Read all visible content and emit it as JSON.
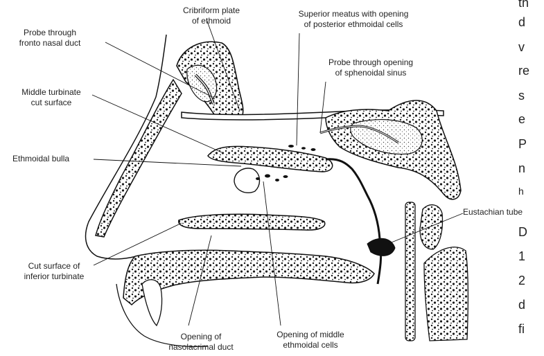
{
  "diagram": {
    "labels": {
      "cribriform": [
        "Cribriform plate",
        "of ethmoid"
      ],
      "superior_meatus": [
        "Superior meatus with opening",
        "of posterior ethmoidal cells"
      ],
      "probe_fronto": [
        "Probe through",
        "fronto nasal duct"
      ],
      "probe_sphenoidal": [
        "Probe through opening",
        "of sphenoidal sinus"
      ],
      "middle_turbinate": [
        "Middle turbinate",
        "cut surface"
      ],
      "ethmoidal_bulla": "Ethmoidal bulla",
      "eustachian": "Eustachian tube",
      "inferior_turbinate": [
        "Cut surface of",
        "inferior turbinate"
      ],
      "nasolacrimal": [
        "Opening of",
        "nasolacrimal duct"
      ],
      "middle_ethmoidal": [
        "Opening of middle",
        "ethmoidal cells"
      ]
    }
  },
  "side_text": [
    "th",
    "d",
    "v",
    "re",
    "s",
    "e",
    "P",
    "n",
    "h",
    "D",
    "1",
    "2",
    "d",
    "fi"
  ]
}
